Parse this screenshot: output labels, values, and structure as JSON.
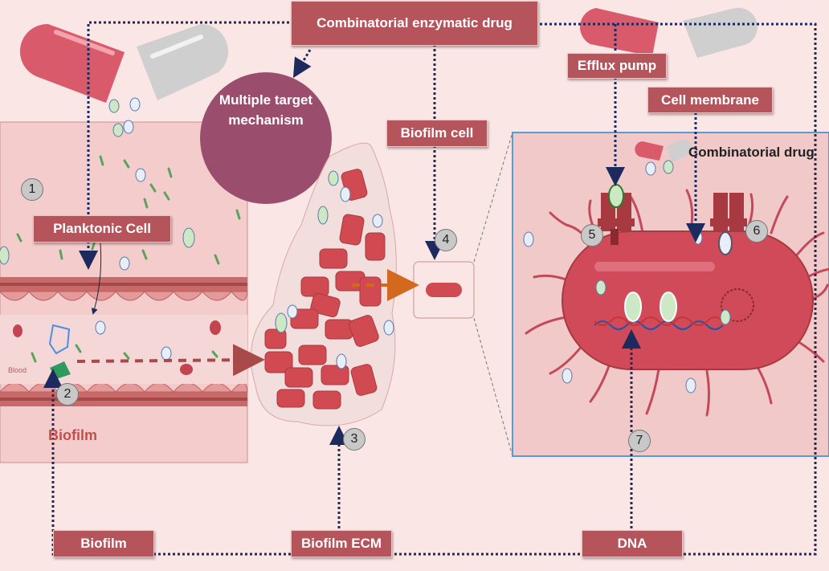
{
  "labels": {
    "drug": "Combinatorial enzymatic  drug",
    "multiple": "Multiple target mechanism",
    "biofilm_cell": "Biofilm cell",
    "efflux": "Efflux pump",
    "membrane": "Cell membrane",
    "planktonic": "Planktonic Cell",
    "combinatorial_drug": "Combinatorial drug",
    "biofilm_bottom": "Biofilm",
    "biofilm_ecm": "Biofilm ECM",
    "dna": "DNA",
    "blood": "Blood",
    "biofilm_red": "Biofilm"
  },
  "numbers": [
    "1",
    "2",
    "3",
    "4",
    "5",
    "6",
    "7"
  ],
  "colors": {
    "label_bg": "#b5545b",
    "dotted_line": "#1c2a5e",
    "bacterium": "#d04a5a",
    "circle_purple": "#9b4d6e",
    "panel_border": "#5b9bd5"
  }
}
